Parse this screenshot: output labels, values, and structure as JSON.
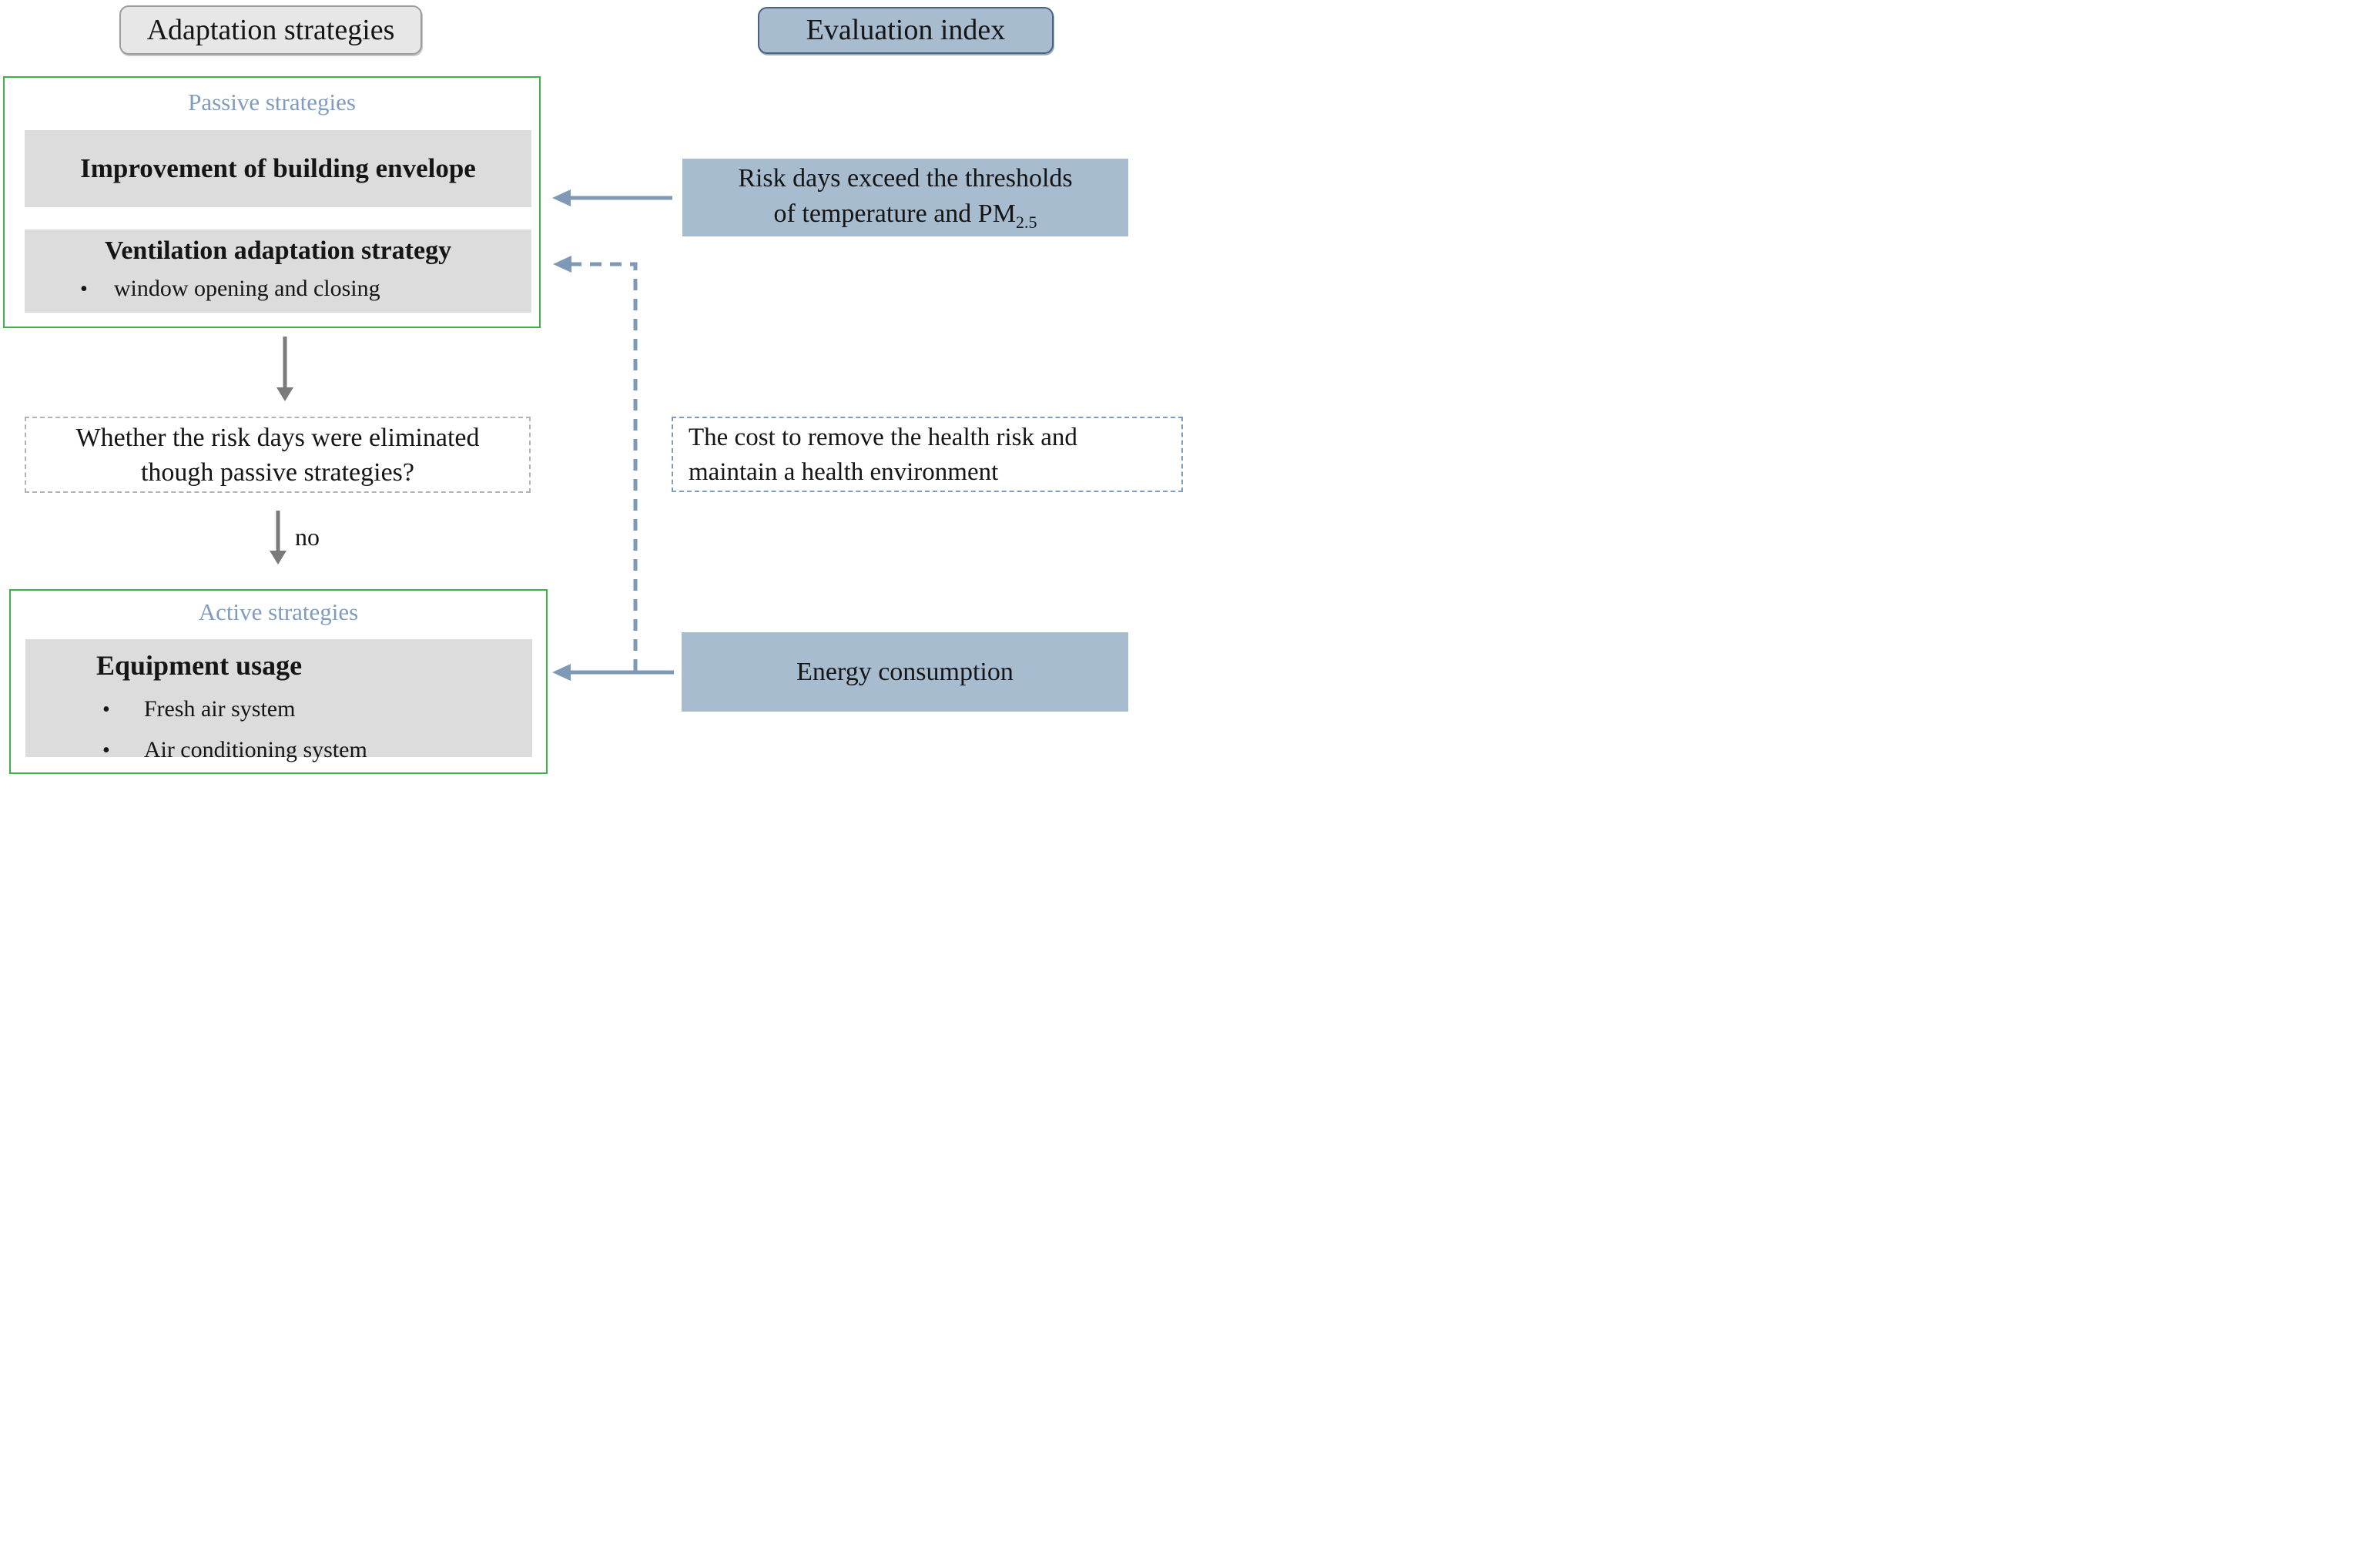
{
  "headers": {
    "adaptation": "Adaptation strategies",
    "evaluation": "Evaluation index"
  },
  "bullet_char": "•",
  "passive": {
    "title": "Passive strategies",
    "box1": "Improvement of building envelope",
    "box2_title": "Ventilation adaptation strategy",
    "box2_bullets": [
      "window opening and closing"
    ]
  },
  "decision": {
    "line1": "Whether the risk days were eliminated",
    "line2": "though passive strategies?",
    "no_label": "no"
  },
  "active": {
    "title": "Active strategies",
    "box_title": "Equipment usage",
    "bullets": [
      "Fresh air system",
      "Air conditioning system"
    ]
  },
  "evaluation": {
    "risk_line1": "Risk days exceed the thresholds",
    "risk_line2_pre": "of temperature and PM",
    "risk_sub": "2.5",
    "cost_line1": "The cost to remove the health risk and",
    "cost_line2": "maintain a health environment",
    "energy": "Energy consumption"
  },
  "colors": {
    "green_border": "#3db048",
    "steel_blue": "#7e99b5",
    "box_blue_fill": "#a8bccf",
    "blue_border_dark": "#47637f",
    "header_gray_fill": "#e8e7e7",
    "header_gray_border": "#9c9c9c",
    "inner_gray_fill": "#dcdcdc",
    "label_blue_text": "#7f9cc0",
    "gray_arrow": "#7a7a7a",
    "dashed_gray_border": "#b3b3b3",
    "dashed_blue_border": "#7f9cba"
  }
}
